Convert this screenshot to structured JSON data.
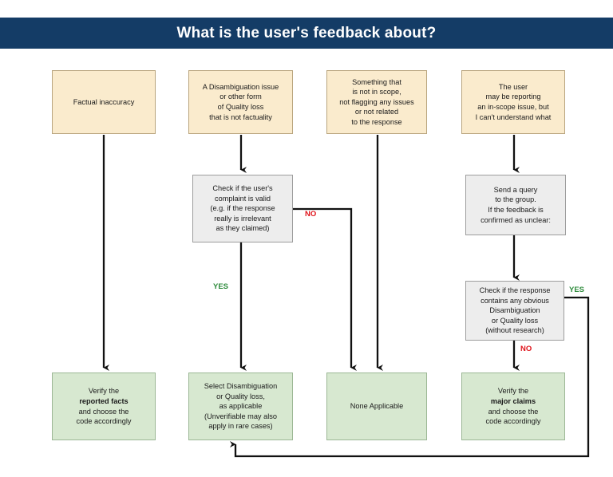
{
  "header": {
    "title": "What is the user's feedback about?",
    "background": "#143C66",
    "text_color": "#ffffff"
  },
  "palette": {
    "input_fill": "#FAEBCD",
    "process_fill": "#EDEDED",
    "outcome_fill": "#D7E8D0",
    "yes_color": "#2E8B3C",
    "no_color": "#E0131A",
    "line_color": "#111111"
  },
  "nodes": {
    "input_factual": {
      "type": "input",
      "lines": [
        "Factual inaccuracy"
      ]
    },
    "input_disambiguation": {
      "type": "input",
      "lines": [
        "A Disambiguation issue",
        "or other form",
        "of Quality loss",
        "that is not factuality"
      ]
    },
    "input_out_of_scope": {
      "type": "input",
      "lines": [
        "Something that",
        "is not in scope,",
        "not flagging any issues",
        "or not related",
        "to the response"
      ]
    },
    "input_unclear": {
      "type": "input",
      "lines": [
        "The user",
        "may be reporting",
        "an in-scope issue, but",
        "I can't understand what"
      ]
    },
    "check_complaint_valid": {
      "type": "process",
      "lines": [
        "Check if the user's",
        "complaint is valid",
        "(e.g. if the response",
        "really is irrelevant",
        "as they claimed)"
      ]
    },
    "send_query_group": {
      "type": "process",
      "lines": [
        "Send a query",
        "to the group.",
        "If the feedback is",
        "confirmed as unclear:"
      ]
    },
    "check_obvious_issue": {
      "type": "process",
      "lines": [
        "Check if the response",
        "contains any obvious",
        "Disambiguation",
        "or Quality loss",
        "(without research)"
      ]
    },
    "verify_reported_facts": {
      "type": "outcome",
      "lines": [
        "Verify the",
        "reported facts",
        "and choose the",
        "code accordingly"
      ],
      "bold_lines": [
        1
      ]
    },
    "select_disambiguation": {
      "type": "outcome",
      "lines": [
        "Select Disambiguation",
        "or Quality loss,",
        "as applicable",
        "(Unverifiable may also",
        "apply in rare cases)"
      ],
      "bold_lines": []
    },
    "none_applicable": {
      "type": "outcome",
      "lines": [
        "None Applicable"
      ],
      "bold_lines": []
    },
    "verify_major_claims": {
      "type": "outcome",
      "lines": [
        "Verify the",
        "major claims",
        "and choose the",
        "code accordingly"
      ],
      "bold_lines": [
        1
      ]
    }
  },
  "edge_labels": {
    "complaint_no": "NO",
    "complaint_yes": "YES",
    "obvious_yes": "YES",
    "obvious_no": "NO"
  }
}
